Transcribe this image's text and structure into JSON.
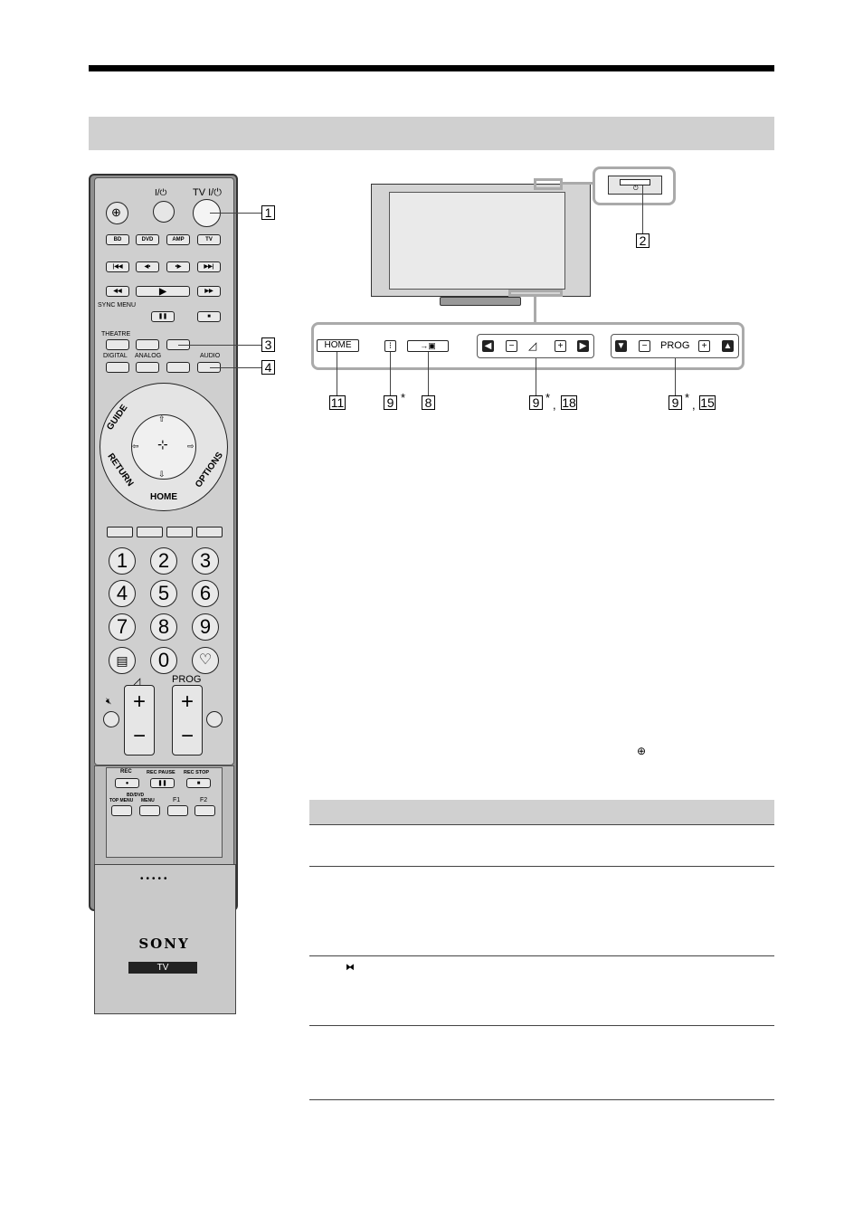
{
  "remote": {
    "power_label": "I/⏻",
    "tv_power_label": "TV I/⏻",
    "source_buttons": [
      "BD",
      "DVD",
      "AMP",
      "TV"
    ],
    "sync_menu_label": "SYNC MENU",
    "theatre_label": "THEATRE",
    "digital_label": "DIGITAL",
    "analog_label": "ANALOG",
    "audio_label": "AUDIO",
    "dial": {
      "guide": "GUIDE",
      "return": "RETURN",
      "home": "HOME",
      "options": "OPTIONS"
    },
    "numbers": [
      "1",
      "2",
      "3",
      "4",
      "5",
      "6",
      "7",
      "8",
      "9",
      "0"
    ],
    "prog_label": "PROG",
    "rec_label": "REC",
    "rec_pause_label": "REC PAUSE",
    "rec_stop_label": "REC STOP",
    "bd_dvd_label": "BD/DVD",
    "top_menu_label": "TOP MENU",
    "menu_label": "MENU",
    "f1_label": "F1",
    "f2_label": "F2",
    "brand": "SONY",
    "badge": "TV"
  },
  "callouts": {
    "c1": "1",
    "c2": "2",
    "c3": "3",
    "c4": "4",
    "c11": "11",
    "c9a": "9",
    "c8": "8",
    "c9b": "9",
    "c18": "18",
    "c9c": "9",
    "c15": "15",
    "star": "*",
    "comma": ","
  },
  "tv_panel": {
    "home_label": "HOME",
    "prog_label": "PROG"
  }
}
